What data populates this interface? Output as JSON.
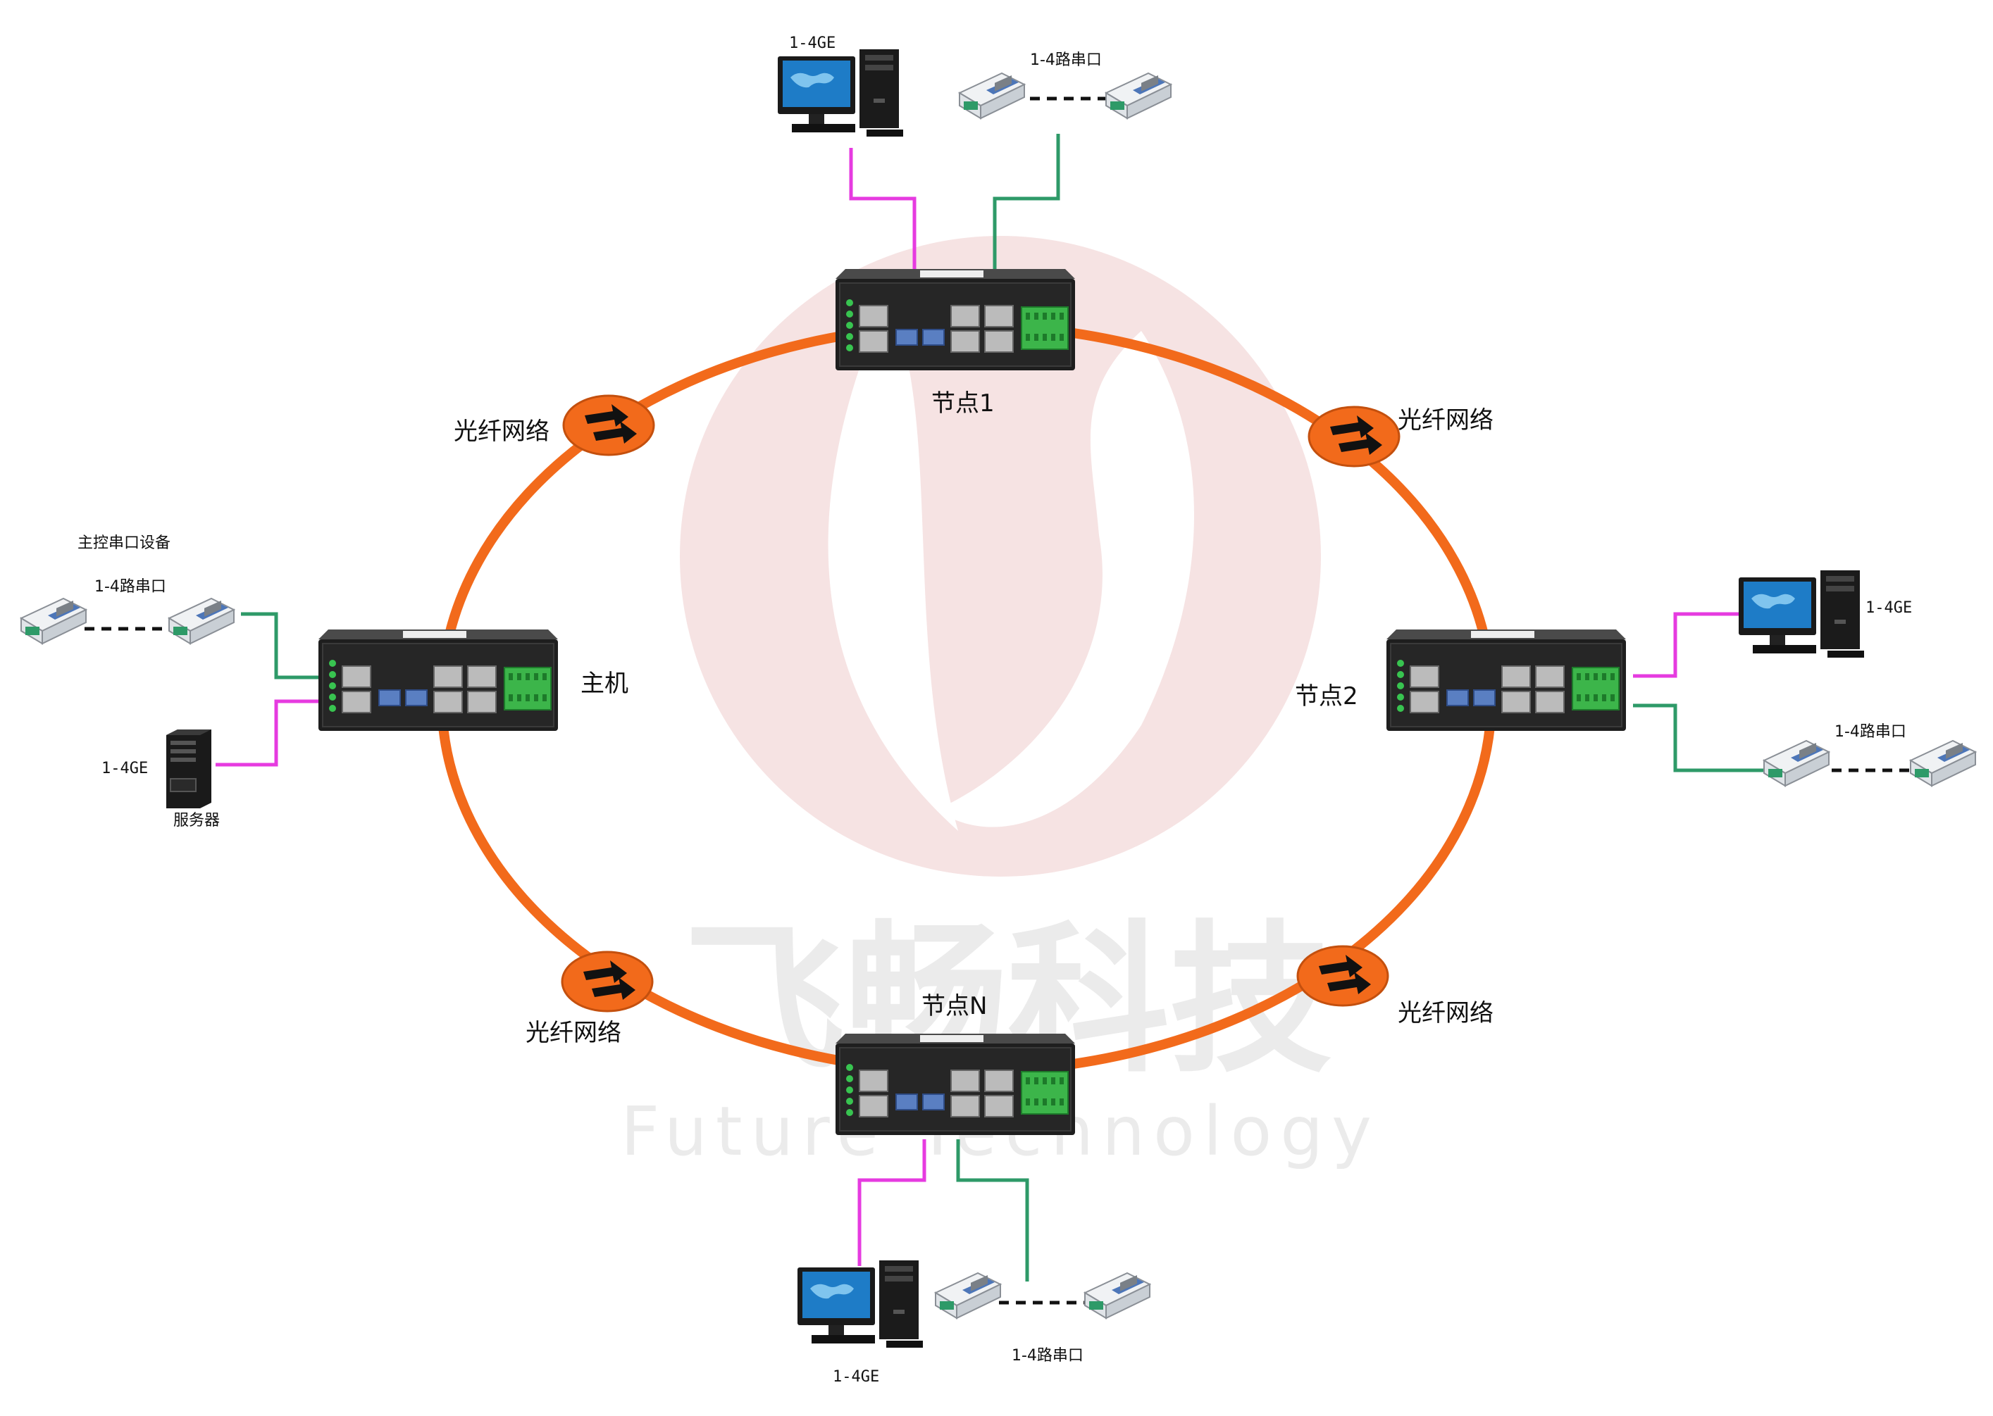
{
  "watermark": {
    "chinese": "飞畅科技",
    "english": "Future Technology",
    "logo_color": "#f4dcdc"
  },
  "colors": {
    "ring": "#f26a1b",
    "ethernet_link": "#e63be0",
    "serial_link": "#2e9a68",
    "fiber_badge": "#f26a1b",
    "device_body": "#222222",
    "terminal_block": "#3cb54a"
  },
  "nodes": {
    "node1": {
      "label": "节点1"
    },
    "node2": {
      "label": "节点2"
    },
    "nodeN": {
      "label": "节点N"
    },
    "host": {
      "label": "主机"
    }
  },
  "fiber_labels": {
    "top_left": "光纤网络",
    "top_right": "光纤网络",
    "bottom_left": "光纤网络",
    "bottom_right": "光纤网络"
  },
  "endpoints": {
    "node1_ge": "1-4GE",
    "node1_serial": "1-4路串口",
    "host_serial_title": "主控串口设备",
    "host_serial": "1-4路串口",
    "host_ge": "1-4GE",
    "host_server": "服务器",
    "node2_ge": "1-4GE",
    "node2_serial": "1-4路串口",
    "nodeN_ge": "1-4GE",
    "nodeN_serial": "1-4路串口"
  },
  "icons": [
    "computer-icon",
    "serial-converter-icon",
    "server-icon",
    "fiber-arrows-icon",
    "switch-device-icon"
  ]
}
